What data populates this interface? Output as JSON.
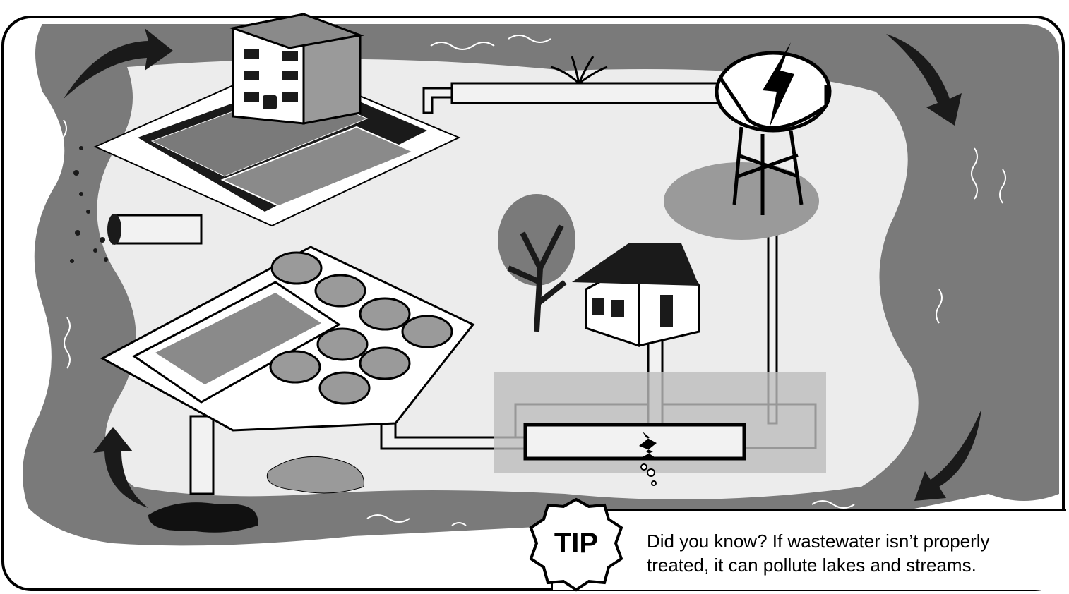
{
  "tip": {
    "label": "TIP",
    "line1": "Did you know? If wastewater isn’t properly",
    "line2": "treated, it can pollute lakes and streams."
  },
  "colors": {
    "water": "#7a7a7a",
    "land": "#ececec",
    "dark": "#111111",
    "pipe": "#f2f2f2"
  }
}
